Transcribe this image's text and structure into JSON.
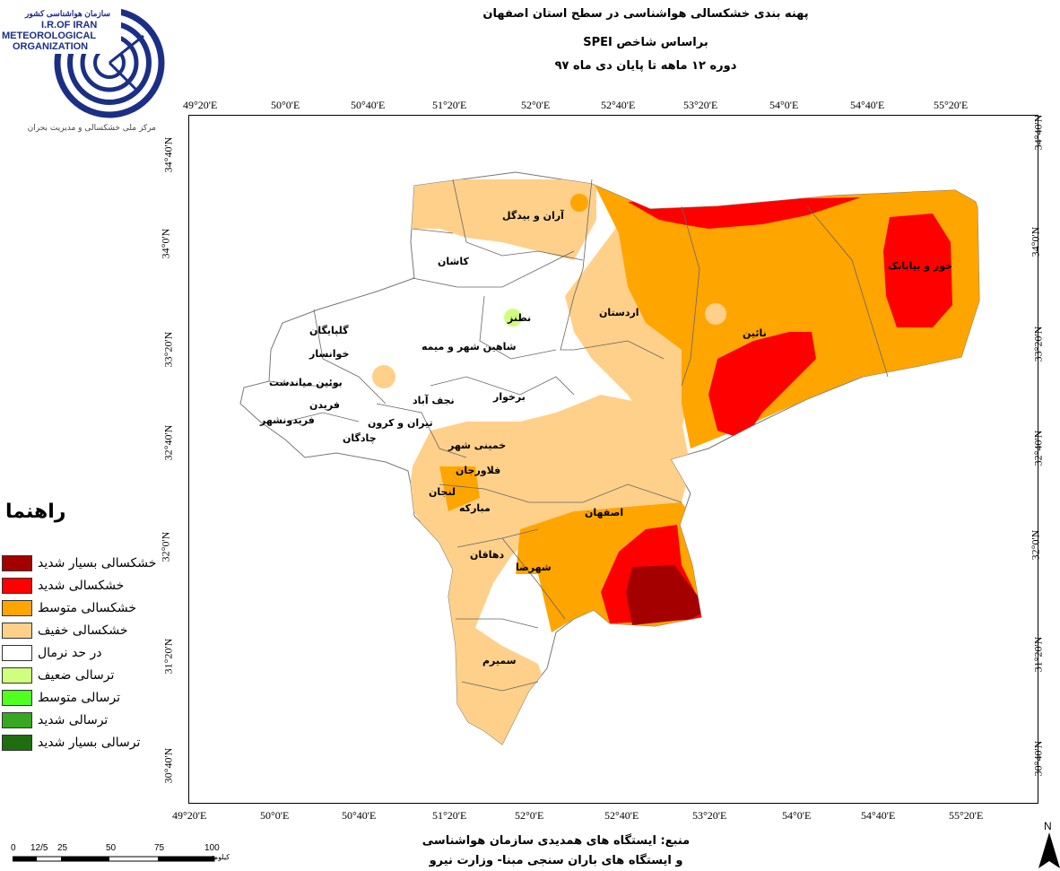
{
  "title": {
    "line1": "پهنه بندی خشکسالی هواشناسی در سطح استان اصفهان",
    "line2": "براساس شاخص SPEI",
    "line3": "دوره ۱۲ ماهه تا پایان دی ماه ۹۷"
  },
  "logo": {
    "org_fa": "سازمان هواشناسی کشور",
    "line1": "I.R.OF IRAN",
    "line2": "METEOROLOGICAL",
    "line3": "ORGANIZATION",
    "subtitle": "مرکز ملی خشکسالی و مدیریت بحران"
  },
  "axes": {
    "lon_ticks": [
      "49°20'E",
      "50°0'E",
      "50°40'E",
      "51°20'E",
      "52°0'E",
      "52°40'E",
      "53°20'E",
      "54°0'E",
      "54°40'E",
      "55°20'E"
    ],
    "lat_ticks": [
      "34°40'N",
      "34°0'N",
      "33°20'N",
      "32°40'N",
      "32°0'N",
      "31°20'N",
      "30°40'N"
    ]
  },
  "legend": {
    "title": "راهنما",
    "items": [
      {
        "label": "خشکسالی بسیار شدید",
        "color": "#a50000"
      },
      {
        "label": "خشکسالی شدید",
        "color": "#ff0000"
      },
      {
        "label": "خشکسالی متوسط",
        "color": "#ffa500"
      },
      {
        "label": "خشکسالی خفیف",
        "color": "#ffd08a"
      },
      {
        "label": "در حد نرمال",
        "color": "#ffffff"
      },
      {
        "label": "ترسالی ضعیف",
        "color": "#d0ff80"
      },
      {
        "label": "ترسالی متوسط",
        "color": "#50ff20"
      },
      {
        "label": "ترسالی شدید",
        "color": "#38a820"
      },
      {
        "label": "ترسالی بسیار شدید",
        "color": "#1e6e10"
      }
    ]
  },
  "source": {
    "line1": "منبع: ایستگاه های همدیدی سازمان هواشناسی",
    "line2": "و ایستگاه های باران سنجی مبنا- وزارت نیرو"
  },
  "scale": {
    "labels": [
      "0",
      "12/5",
      "25",
      "50",
      "75",
      "100"
    ],
    "unit": "کیلومتر"
  },
  "north": "N",
  "regions": {
    "aran": "آران و بیدگل",
    "kashan": "کاشان",
    "natanz": "نطنز",
    "ardestan": "اردستان",
    "nain": "نائین",
    "khur": "خور و بیابانک",
    "shahin": "شاهین شهر و میمه",
    "borkhar": "برخوار",
    "najaf": "نجف آباد",
    "isfahan": "اصفهان",
    "mobarakeh": "مبارکه",
    "lenjan": "لنجان",
    "dehaghan": "دهاقان",
    "shahreza": "شهرضا",
    "semirom": "سمیرم",
    "fereydunshahr": "فریدونشهر",
    "golpayegan": "گلپایگان",
    "khansar": "خوانسار",
    "tiran": "تیران و کرون",
    "falavarjan": "فلاورجان",
    "khomeinishahr": "خمینی شهر",
    "chadegan": "چادگان",
    "buin": "بوئین میاندشت",
    "fereydan": "فریدن"
  }
}
